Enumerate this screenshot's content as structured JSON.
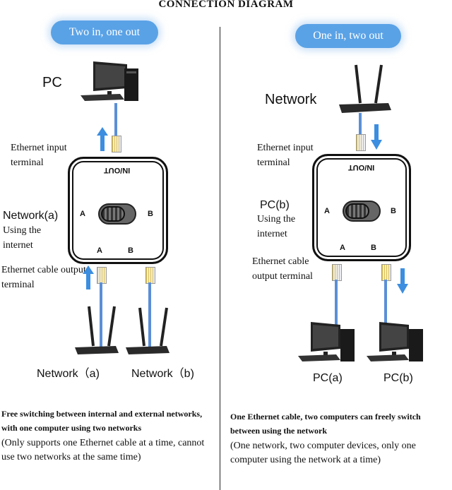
{
  "title": "CONNECTION DIAGRAM",
  "left": {
    "pill": "Two in, one out",
    "pc_label": "PC",
    "input_label": "Ethernet input terminal",
    "network_a": "Network(a)",
    "using": "Using the internet",
    "output_label": "Ethernet cable output terminal",
    "bottom_a": "Network（a)",
    "bottom_b": "Network（b)",
    "desc_bold": "Free switching between internal and external networks, with one computer using two networks",
    "desc": "(Only supports one Ethernet cable at a time, cannot use two networks at the same time)"
  },
  "right": {
    "pill": "One in, two out",
    "network_label": "Network",
    "input_label": "Ethernet input terminal",
    "pc_b": "PC(b)",
    "using": "Using the internet",
    "output_label": "Ethernet cable output terminal",
    "bottom_a": "PC(a)",
    "bottom_b": "PC(b)",
    "desc_bold": "One Ethernet cable, two computers can freely switch between using the network",
    "desc": "(One network, two computer devices, only one computer using the network at a time)"
  },
  "device": {
    "top_text": "IN/OUT",
    "side_a": "A",
    "side_b": "B",
    "bottom_a": "A",
    "bottom_b": "B"
  },
  "colors": {
    "pill": "#5aa2e6",
    "cable": "#5b8fd6",
    "arrow": "#3c8ee0"
  },
  "icons": [
    "pc-icon",
    "router-icon",
    "ethernet-plug-icon",
    "arrow-up-icon",
    "arrow-down-icon"
  ]
}
